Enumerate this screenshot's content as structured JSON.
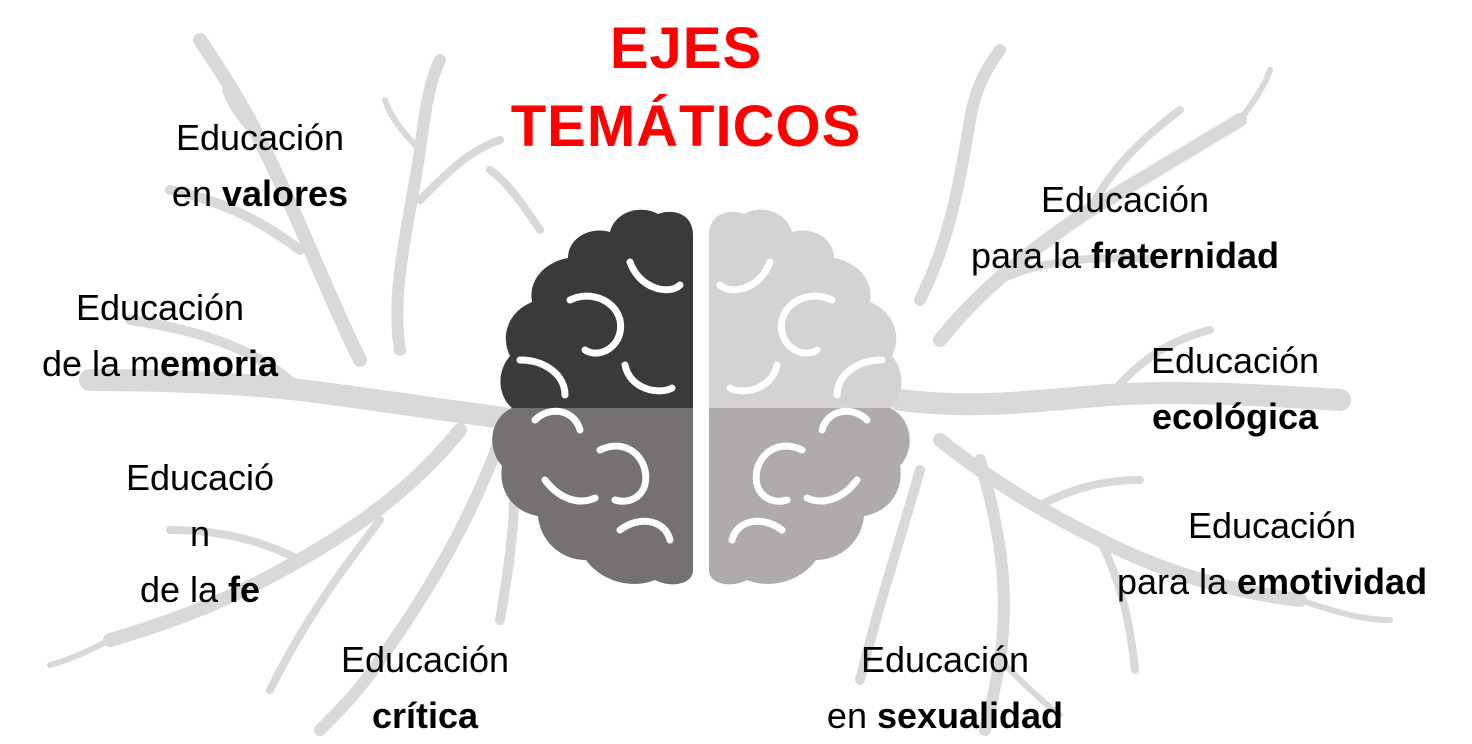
{
  "title": {
    "line1": "EJES",
    "line2": "TEMÁTICOS",
    "color": "#ff0000"
  },
  "colors": {
    "branches": "#d9d9d9",
    "brain_left_top": "#3b3a3a",
    "brain_left_bottom": "#767171",
    "brain_right_top": "#d4d2d2",
    "brain_right_bottom": "#afabab",
    "brain_lines": "#ffffff"
  },
  "axes": [
    {
      "id": "valores",
      "line1": "Educación",
      "line2_plain": "en ",
      "line2_bold": "valores"
    },
    {
      "id": "memoria",
      "line1": "Educación",
      "line2_plain": "de la m",
      "line2_bold": "emoria"
    },
    {
      "id": "fe",
      "line1": "Educació",
      "line1b": "n",
      "line2_plain": "de la ",
      "line2_bold": "fe"
    },
    {
      "id": "critica",
      "line1": "Educación",
      "line2_plain": "",
      "line2_bold": "crítica"
    },
    {
      "id": "fraternidad",
      "line1": "Educación",
      "line2_plain": "para la ",
      "line2_bold": "fraternidad"
    },
    {
      "id": "ecologica",
      "line1": "Educación",
      "line2_plain": "",
      "line2_bold": "ecológica"
    },
    {
      "id": "emotividad",
      "line1": "Educación",
      "line2_plain": "para la ",
      "line2_bold": "emotividad"
    },
    {
      "id": "sexualidad",
      "line1": "Educación",
      "line2_plain": "en ",
      "line2_bold": "sexualidad"
    }
  ]
}
